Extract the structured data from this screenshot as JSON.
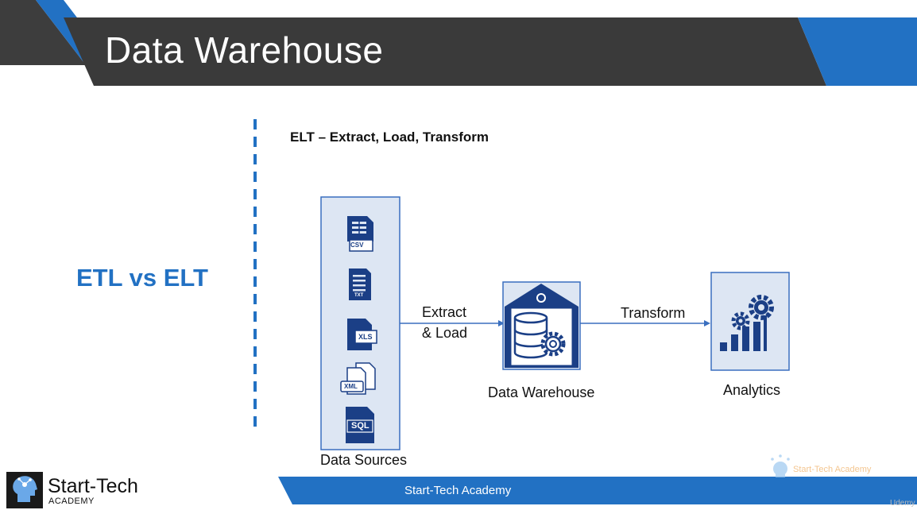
{
  "header": {
    "title": "Data Warehouse"
  },
  "side_label": "ETL vs ELT",
  "diagram": {
    "heading": "ELT – Extract, Load, Transform",
    "nodes": {
      "data_sources": {
        "label": "Data Sources",
        "files": [
          {
            "icon": "csv-file-icon",
            "tag": "CSV"
          },
          {
            "icon": "txt-file-icon",
            "tag": "TXT"
          },
          {
            "icon": "xls-file-icon",
            "tag": "XLS"
          },
          {
            "icon": "xml-file-icon",
            "tag": "XML"
          },
          {
            "icon": "sql-file-icon",
            "tag": "SQL"
          }
        ]
      },
      "data_warehouse": {
        "label": "Data Warehouse",
        "icon": "warehouse-database-gear-icon"
      },
      "analytics": {
        "label": "Analytics",
        "icon": "analytics-gears-chart-icon"
      }
    },
    "edges": [
      {
        "from": "data_sources",
        "to": "data_warehouse",
        "label_line1": "Extract",
        "label_line2": "& Load"
      },
      {
        "from": "data_warehouse",
        "to": "analytics",
        "label": "Transform"
      }
    ]
  },
  "branding": {
    "name": "Start-Tech",
    "sub": "ACADEMY",
    "logo_icon": "brain-circuit-head-icon"
  },
  "footer": {
    "text": "Start-Tech Academy"
  },
  "watermark": {
    "text": "Start-Tech Academy",
    "udemy": "Udemy"
  },
  "colors": {
    "header_dark": "#3a3a3a",
    "accent_blue": "#2271c3",
    "icon_navy": "#1b3f86",
    "box_fill": "#dde6f3",
    "box_border": "#3a6fbf"
  }
}
